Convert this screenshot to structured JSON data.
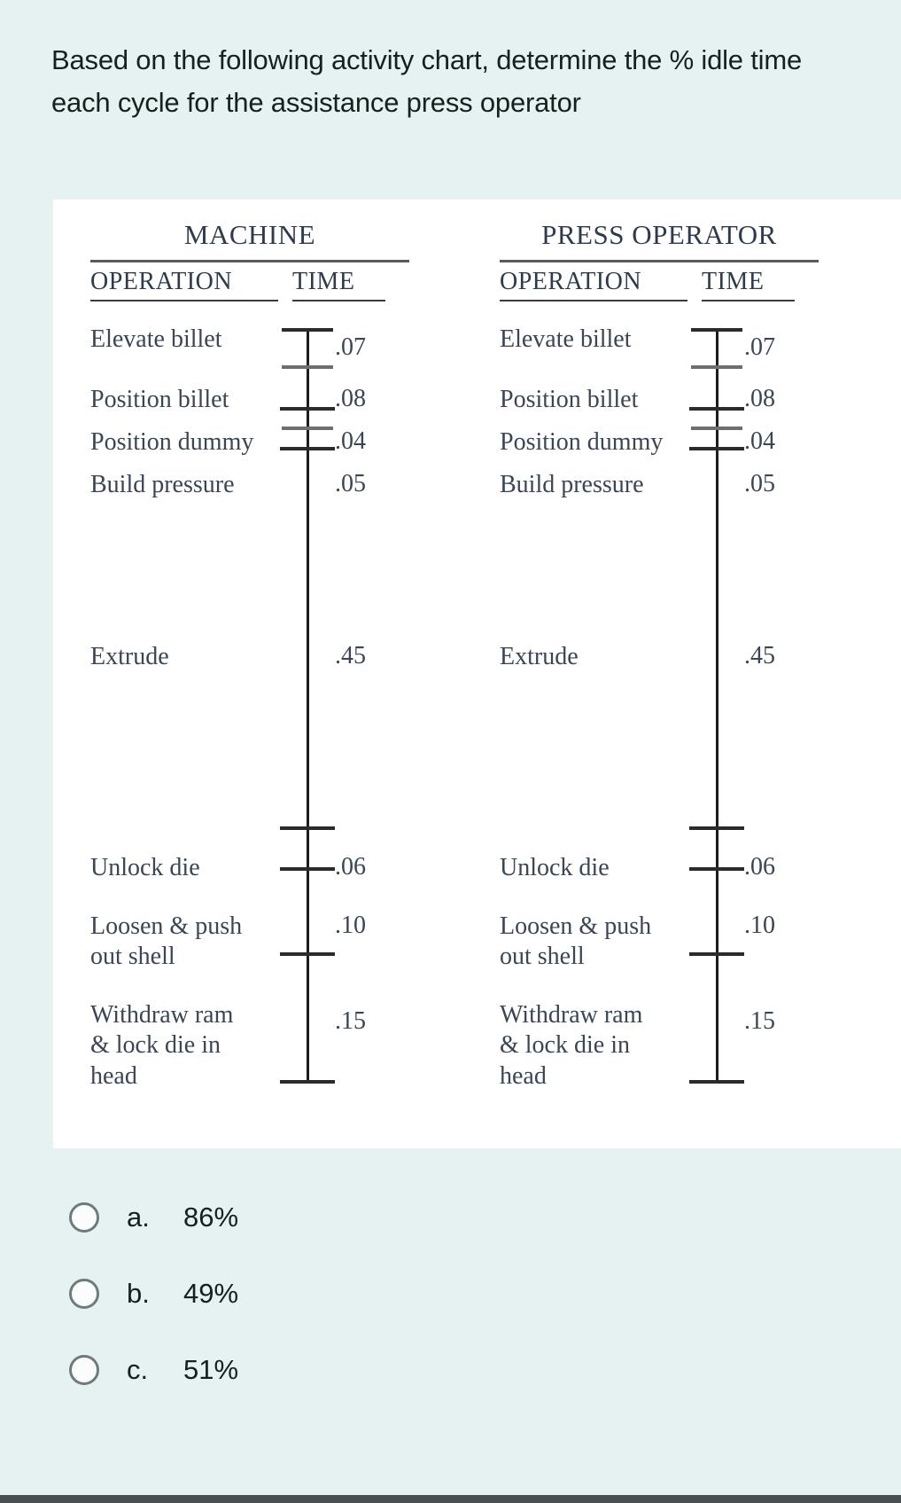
{
  "question": {
    "text": "Based on the following activity chart, determine the % idle time each cycle  for the assistance press operator"
  },
  "chart_data": {
    "type": "table",
    "title": "Activity chart",
    "columns": [
      {
        "title": "MACHINE",
        "headers": {
          "operation": "OPERATION",
          "time": "TIME"
        },
        "rows": [
          {
            "operation": "Elevate billet",
            "time": ".07"
          },
          {
            "operation": "Position billet",
            "time": ".08"
          },
          {
            "operation": "Position dummy",
            "time": ".04"
          },
          {
            "operation": "Build pressure",
            "time": ".05"
          },
          {
            "operation": "Extrude",
            "time": ".45"
          },
          {
            "operation": "Unlock die",
            "time": ".06"
          },
          {
            "operation": "Loosen & push\nout shell",
            "time": ".10"
          },
          {
            "operation": "Withdraw ram\n& lock die in\nhead",
            "time": ".15"
          }
        ]
      },
      {
        "title": "PRESS OPERATOR",
        "headers": {
          "operation": "OPERATION",
          "time": "TIME"
        },
        "rows": [
          {
            "operation": "Elevate billet",
            "time": ".07"
          },
          {
            "operation": "Position billet",
            "time": ".08"
          },
          {
            "operation": "Position dummy",
            "time": ".04"
          },
          {
            "operation": "Build pressure",
            "time": ".05"
          },
          {
            "operation": "Extrude",
            "time": ".45"
          },
          {
            "operation": "Unlock die",
            "time": ".06"
          },
          {
            "operation": "Loosen & push\nout shell",
            "time": ".10"
          },
          {
            "operation": "Withdraw ram\n& lock die in\nhead",
            "time": ".15"
          }
        ]
      }
    ],
    "values": [
      0.07,
      0.08,
      0.04,
      0.05,
      0.45,
      0.06,
      0.1,
      0.15
    ],
    "categories": [
      "Elevate billet",
      "Position billet",
      "Position dummy",
      "Build pressure",
      "Extrude",
      "Unlock die",
      "Loosen & push out shell",
      "Withdraw ram & lock die in head"
    ],
    "ylabel": "TIME",
    "xlabel": "OPERATION"
  },
  "options": [
    {
      "letter": "a.",
      "text": "86%"
    },
    {
      "letter": "b.",
      "text": "49%"
    },
    {
      "letter": "c.",
      "text": "51%"
    }
  ],
  "colors": {
    "page_background": "#e6f1f1",
    "card_background": "#ffffff",
    "text": "#15211f",
    "chart_text": "#3a4556",
    "axis": "#1d1d1d"
  }
}
